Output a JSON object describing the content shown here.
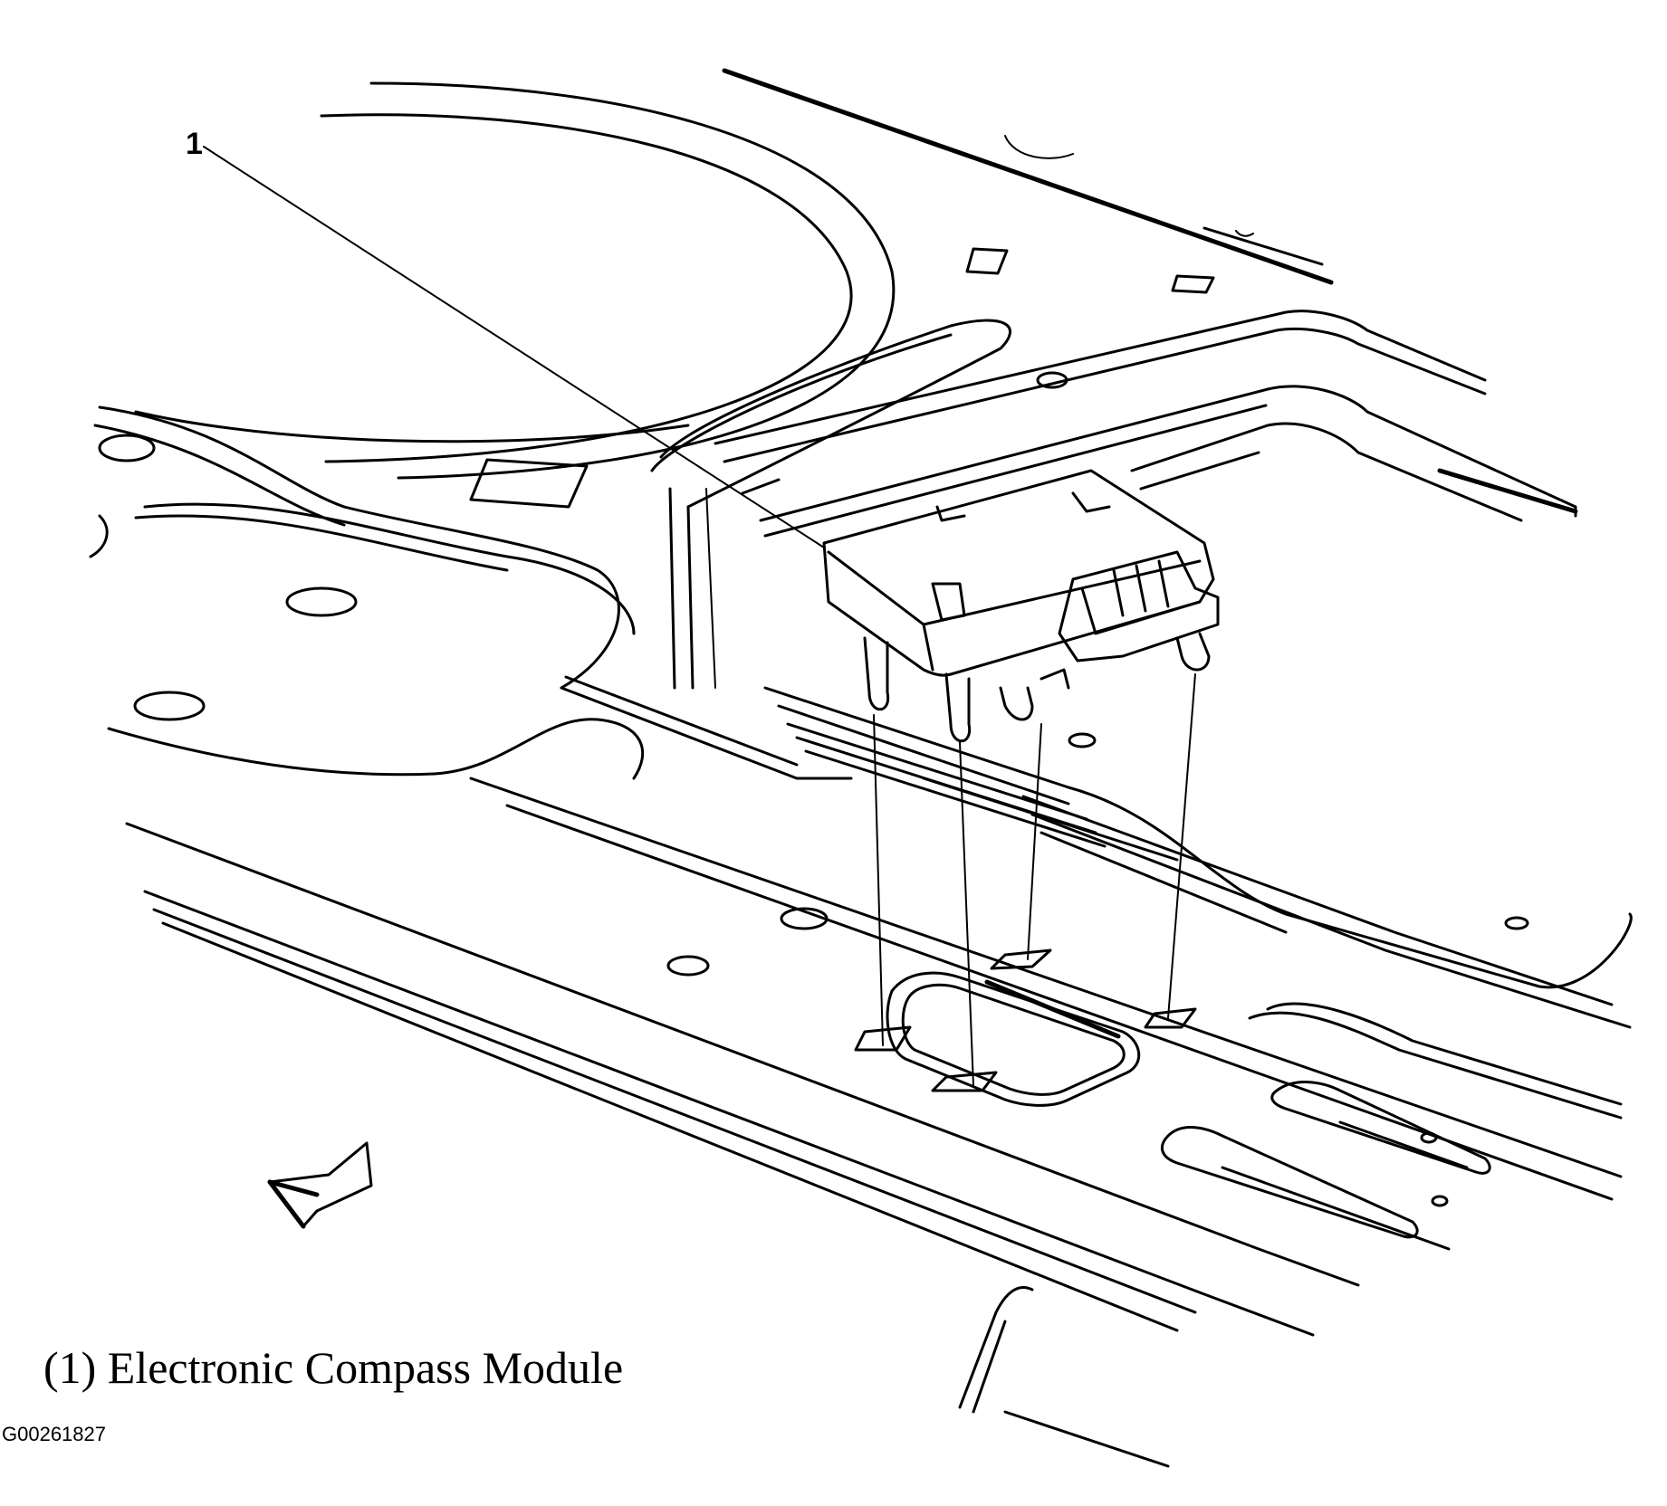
{
  "callout": {
    "number": "1"
  },
  "legend": {
    "item_1": "(1) Electronic Compass Module"
  },
  "figure_id": "G00261827",
  "icons": {
    "direction_arrow": "front-arrow-icon"
  },
  "colors": {
    "line": "#000000",
    "background": "#ffffff"
  }
}
